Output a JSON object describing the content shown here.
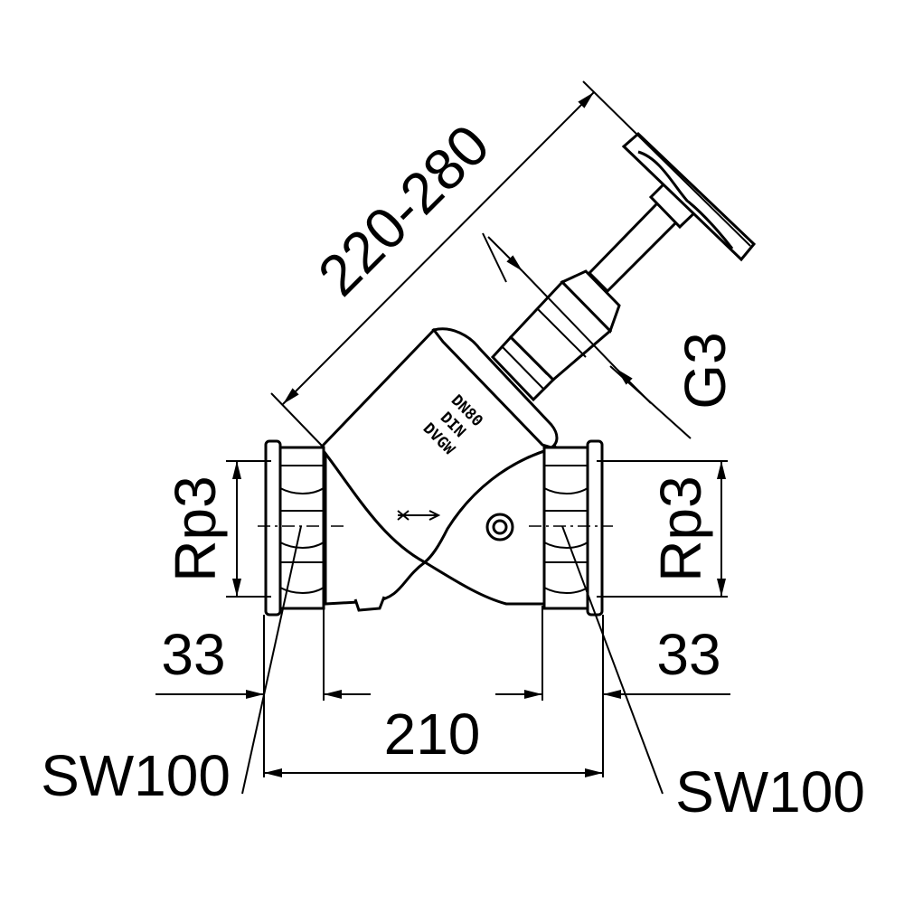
{
  "dimensions": {
    "overall_height": "220-280",
    "stem_thread": "G3",
    "inlet_thread": "Rp3",
    "outlet_thread": "Rp3",
    "inlet_thread_length": "33",
    "outlet_thread_length": "33",
    "face_to_face": "210",
    "inlet_wrench_size": "SW100",
    "outlet_wrench_size": "SW100"
  },
  "body_marking": {
    "line1": "DN80",
    "line2": "DIN",
    "line3": "DVGW"
  }
}
